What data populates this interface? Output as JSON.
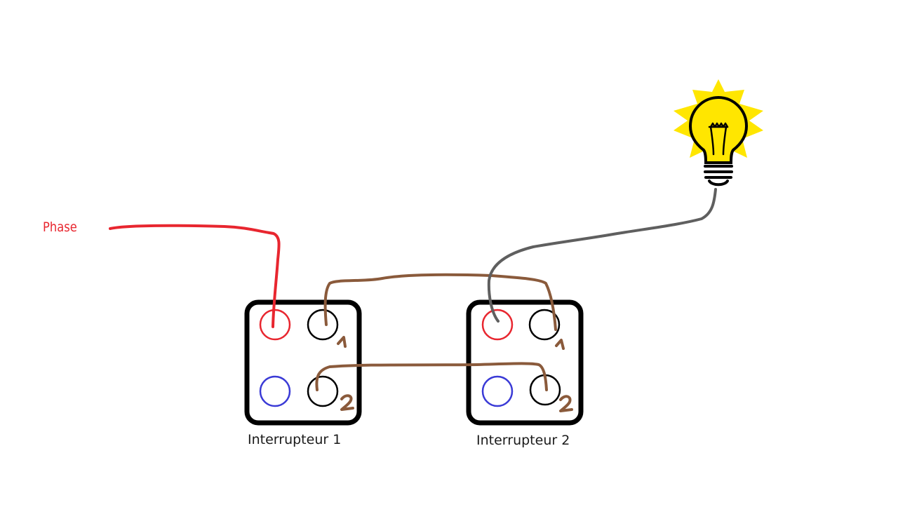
{
  "phase_label": "Phase",
  "switches": [
    {
      "label": "Interrupteur 1"
    },
    {
      "label": "Interrupteur 2"
    }
  ],
  "terminal_marks": {
    "one": "1",
    "two": "2"
  },
  "colors": {
    "phase_wire": "#e8262f",
    "traveler_wire": "#8a5a3b",
    "lamp_wire": "#5f5f5f",
    "box_stroke": "#000000",
    "terminal_red": "#e8262f",
    "terminal_blue": "#3a3ad6",
    "terminal_black": "#000000",
    "bulb_glow": "#ffe600",
    "bulb_body": "#ffe600"
  },
  "icons": {
    "lamp": "light-bulb-icon"
  }
}
